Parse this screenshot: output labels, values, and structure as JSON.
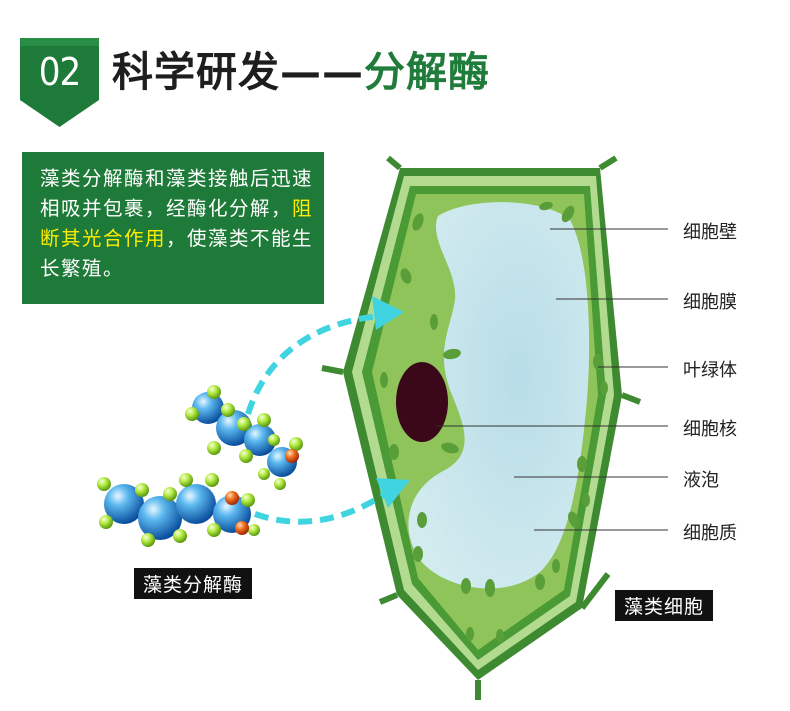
{
  "header": {
    "badge_number": "02",
    "title_main": "科学研发——",
    "title_accent": "分解酶"
  },
  "description": {
    "part1": "藻类分解酶和藻类接触后迅速相吸并包裹，经酶化分解，",
    "highlight": "阻断其光合作用",
    "part2": "，使藻类不能生长繁殖。"
  },
  "enzyme_label": "藻类分解酶",
  "cell_label": "藻类细胞",
  "parts": [
    {
      "label": "细胞壁"
    },
    {
      "label": "细胞膜"
    },
    {
      "label": "叶绿体"
    },
    {
      "label": "细胞核"
    },
    {
      "label": "液泡"
    },
    {
      "label": "细胞质"
    }
  ],
  "colors": {
    "brand_green": "#1e7a38",
    "highlight_yellow": "#ffec00",
    "arrow_cyan": "#3fd4e0",
    "cytoplasm_green": "#8ec45a",
    "vacuole_blue": "#c4e3ea",
    "nucleus": "#3a0818"
  }
}
